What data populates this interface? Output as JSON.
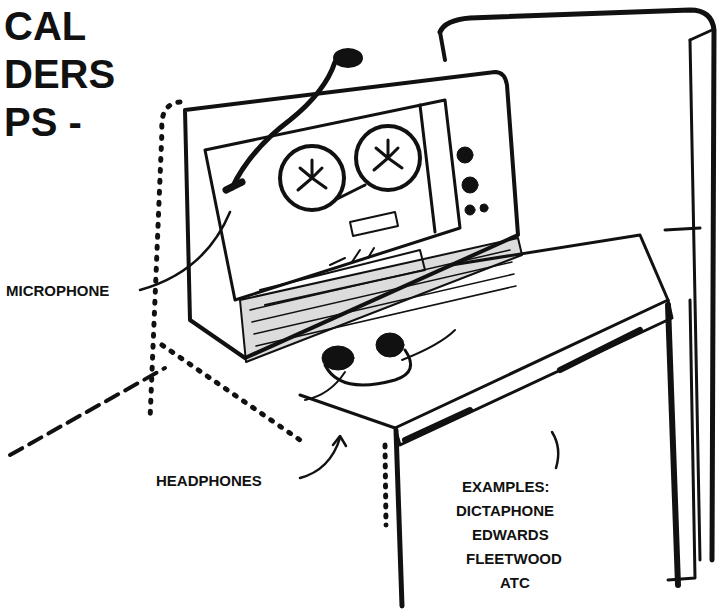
{
  "diagram": {
    "title": "CAL DERS PS -",
    "labels": [
      "MICROPHONE",
      "HEADPHONES",
      "EXAMPLES:",
      "DICTAPHONE",
      "EDWARDS",
      "FLEETWOOD",
      "ATC"
    ]
  }
}
